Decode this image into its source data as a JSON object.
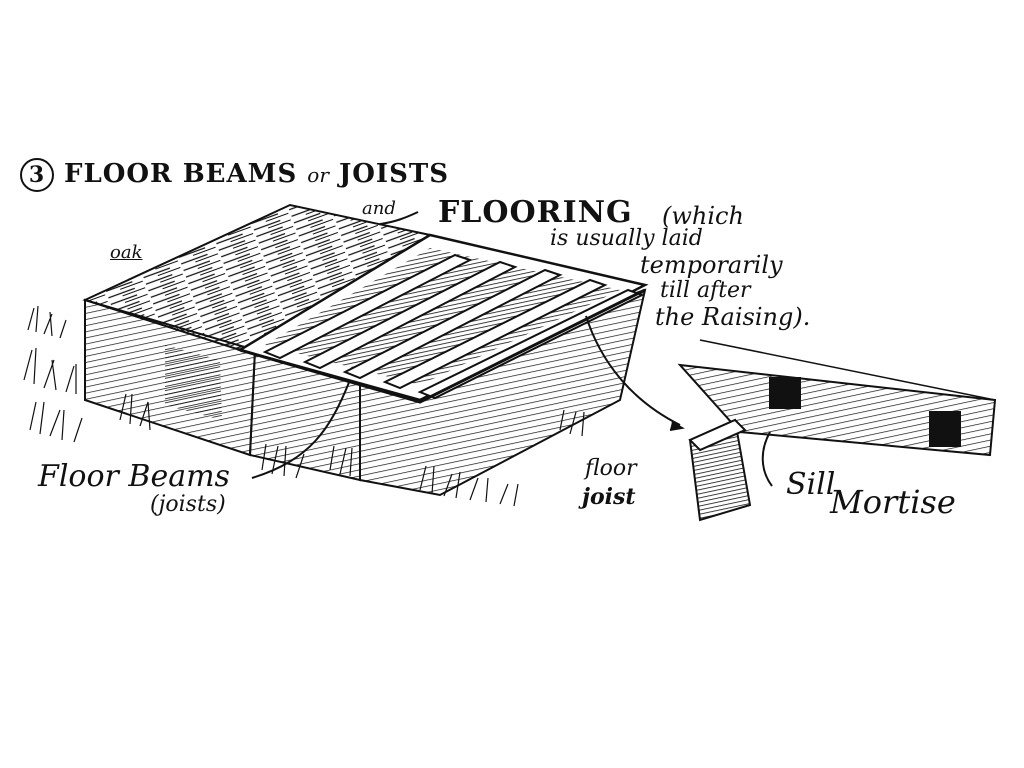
{
  "heading": {
    "number": "3",
    "part1": "FLOOR BEAMS",
    "or": "or",
    "part2": "JOISTS"
  },
  "labels": {
    "and": "and",
    "flooring": "FLOORING",
    "flooring_note": [
      "(which",
      "is usually laid",
      "temporarily",
      "till after",
      "the Raising)."
    ],
    "oak": "oak",
    "floor_beams": "Floor Beams",
    "joists_paren": "(joists)",
    "floor": "floor",
    "joist": "joist",
    "sill": "Sill",
    "mortise": "Mortise"
  },
  "colors": {
    "ink": "#111111",
    "paper": "#ffffff"
  }
}
